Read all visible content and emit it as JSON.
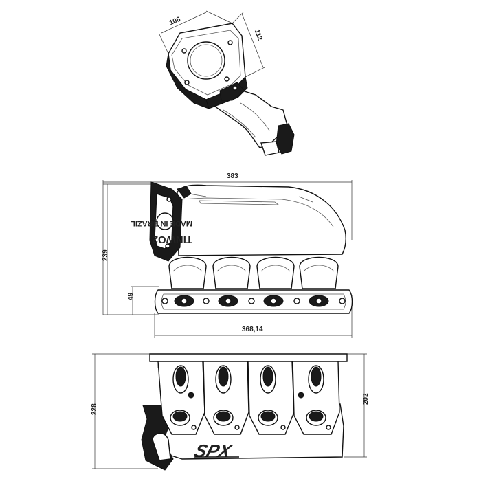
{
  "dimensions": {
    "flange_width": "106",
    "flange_height": "112",
    "overall_width": "383",
    "overall_height_side": "239",
    "flange_thickness": "49",
    "port_span": "368,14",
    "overall_height_top": "228",
    "plenum_height": "202"
  },
  "markings": {
    "made_in": "MADE IN BRAZIL",
    "model": "TINWO2",
    "brand_logo": "SPX"
  }
}
